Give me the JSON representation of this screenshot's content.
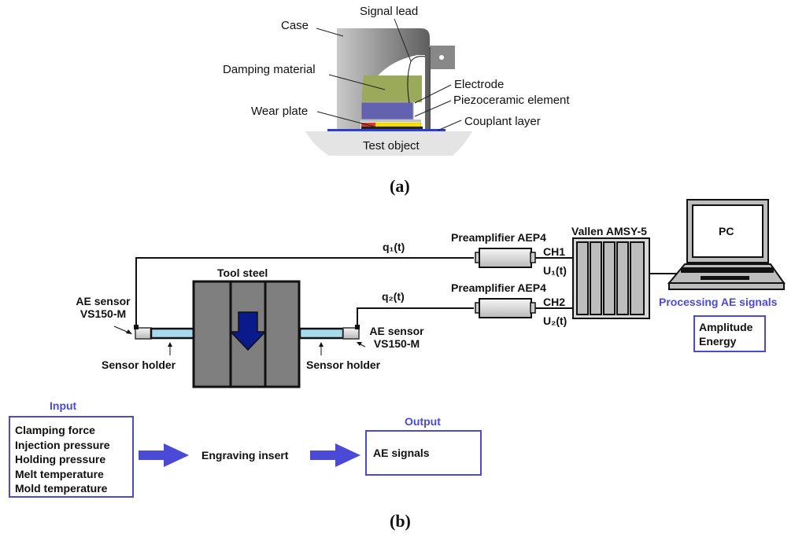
{
  "panel_a": {
    "caption": "(a)",
    "labels": {
      "case": "Case",
      "signal_lead": "Signal lead",
      "damping_material": "Damping material",
      "electrode": "Electrode",
      "piezoceramic_element": "Piezoceramic element",
      "wear_plate": "Wear plate",
      "couplant_layer": "Couplant layer",
      "test_object": "Test object"
    },
    "colors": {
      "damping": "#9aaa5a",
      "piezo": "#6262b0",
      "wear_plate": "#d93a2a",
      "electrode_strip": "#f5e000",
      "couplant": "#2b3fd0"
    }
  },
  "panel_b": {
    "caption": "(b)",
    "tool_steel": "Tool steel",
    "sensor_left": {
      "line1": "AE sensor",
      "line2": "VS150-M"
    },
    "sensor_right": {
      "line1": "AE sensor",
      "line2": "VS150-M"
    },
    "sensor_holder_left": "Sensor holder",
    "sensor_holder_right": "Sensor holder",
    "signal_q1": "q₁(t)",
    "signal_q2": "q₂(t)",
    "preamp1": "Preamplifier AEP4",
    "preamp2": "Preamplifier AEP4",
    "ch1": "CH1",
    "ch2": "CH2",
    "u1": "U₁(t)",
    "u2": "U₂(t)",
    "vallen": "Vallen AMSY-5",
    "pc": "PC",
    "processing": "Processing AE signals",
    "processing_outputs": [
      "Amplitude",
      "Energy"
    ],
    "input_title": "Input",
    "inputs": [
      "Clamping force",
      "Injection pressure",
      "Holding pressure",
      "Melt temperature",
      "Mold temperature"
    ],
    "engraving_insert": "Engraving insert",
    "output_title": "Output",
    "output_label": "AE signals",
    "colors": {
      "accent_blue": "#4a4ad6",
      "steel": "#7f7f7f",
      "holder": "#a8d8ec",
      "press_arrow": "#0a1a8a"
    }
  }
}
